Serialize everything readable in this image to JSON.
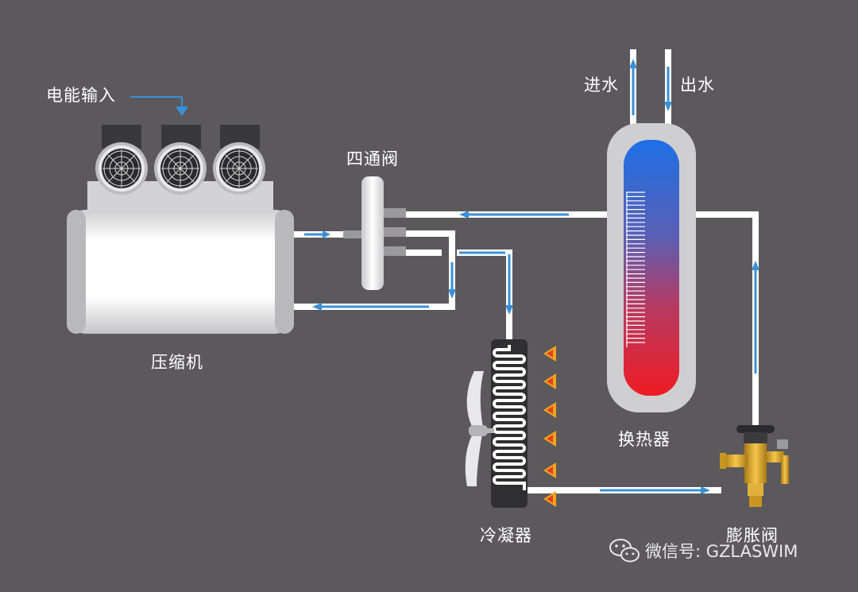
{
  "labels": {
    "power_input": "电能输入",
    "compressor": "压缩机",
    "four_way_valve": "四通阀",
    "heat_exchanger": "换热器",
    "condenser": "冷凝器",
    "expansion_valve": "膨胀阀",
    "water_in": "进水",
    "water_out": "出水"
  },
  "watermark": {
    "text": "微信号: GZLASWIM",
    "icon": "wechat-icon"
  },
  "colors": {
    "background": "#5b595c",
    "pipe": "#ffffff",
    "flow_arrow": "#3b8fd6",
    "hot": "#e3202b",
    "cold": "#1f6fe0",
    "flame": "#f3a21d",
    "brass": "#d9a631"
  }
}
